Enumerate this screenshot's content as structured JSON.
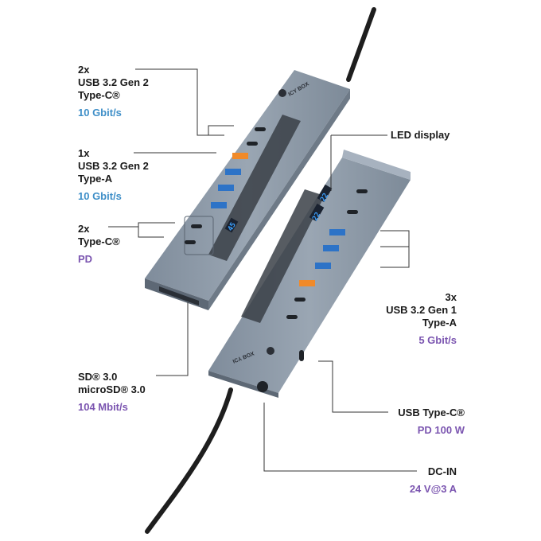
{
  "colors": {
    "blue_spec": "#3f8fc8",
    "purple_spec": "#7b55b0",
    "hub_body": "#8a97a6",
    "hub_top": "#9aa7b5",
    "usb_a_blue": "#2d73c7",
    "usb_a_orange": "#f08a2a",
    "led_blue": "#3ba0ff"
  },
  "brand": "ICY BOX",
  "led_readings": [
    "45",
    "22",
    "22"
  ],
  "callouts": {
    "usb_c_gen2": {
      "lines": [
        "2x",
        "USB 3.2 Gen 2",
        "Type-C®"
      ],
      "spec": "10 Gbit/s"
    },
    "usb_a_gen2": {
      "lines": [
        "1x",
        "USB 3.2 Gen 2",
        "Type-A"
      ],
      "spec": "10 Gbit/s"
    },
    "type_c_pd": {
      "lines": [
        "2x",
        "Type-C®"
      ],
      "spec": "PD"
    },
    "sd_card": {
      "lines": [
        "SD® 3.0",
        "microSD® 3.0"
      ],
      "spec": "104 Mbit/s"
    },
    "led_display": {
      "lines": [
        "LED display"
      ]
    },
    "usb_a_gen1": {
      "lines": [
        "3x",
        "USB 3.2 Gen 1",
        "Type-A"
      ],
      "spec": "5 Gbit/s"
    },
    "usb_c_pd100": {
      "lines": [
        "USB Type-C®"
      ],
      "spec": "PD 100 W"
    },
    "dc_in": {
      "lines": [
        "DC-IN"
      ],
      "spec": "24 V@3 A"
    }
  }
}
